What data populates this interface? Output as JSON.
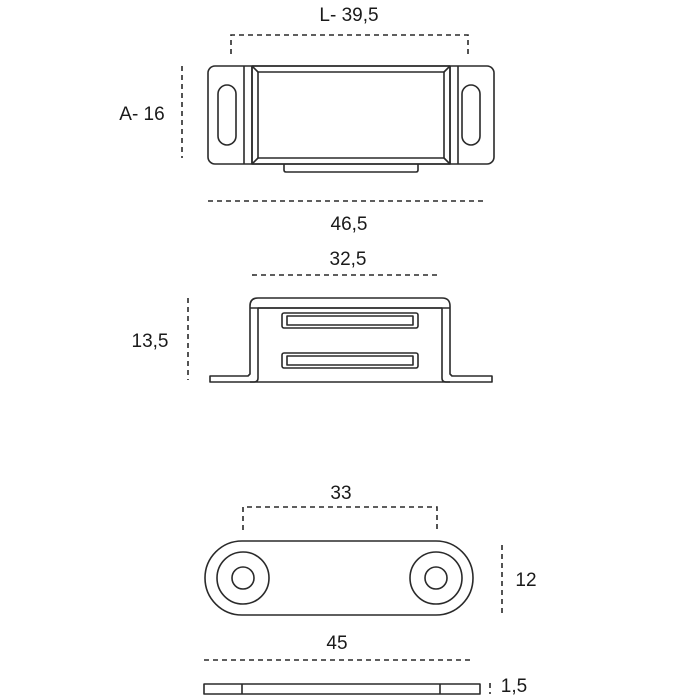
{
  "views": {
    "top": {
      "length_label": "L- 39,5",
      "height_label": "A- 16",
      "total_label": "46,5"
    },
    "side": {
      "width_label": "32,5",
      "height_label": "13,5"
    },
    "plate": {
      "spacing_label": "33",
      "height_label": "12",
      "length_label": "45",
      "thickness_label": "1,5"
    }
  }
}
